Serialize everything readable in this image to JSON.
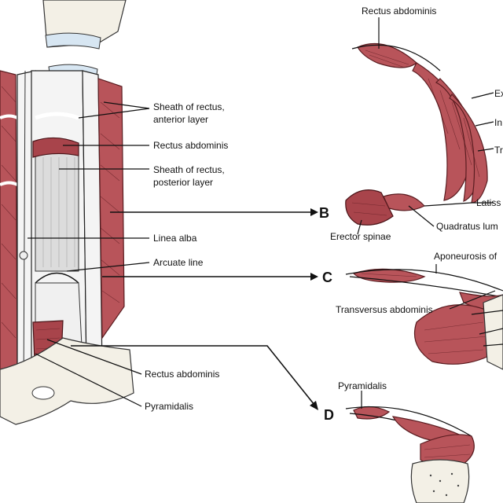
{
  "panel_letters": {
    "b": "B",
    "c": "C",
    "d": "D"
  },
  "labels": {
    "sheath_anterior_1": "Sheath of rectus,",
    "sheath_anterior_2": "anterior layer",
    "rectus_abdominis_main": "Rectus abdominis",
    "sheath_posterior_1": "Sheath of rectus,",
    "sheath_posterior_2": "posterior layer",
    "linea_alba": "Linea alba",
    "arcuate_line": "Arcuate line",
    "rectus_abdominis_lower": "Rectus abdominis",
    "pyramidalis_main": "Pyramidalis",
    "b_rectus_abdominis": "Rectus abdominis",
    "b_external": "Ex",
    "b_internal": "In",
    "b_transversus": "Tr",
    "b_latissimus": "Latiss",
    "b_quadratus": "Quadratus lum",
    "b_erector": "Erector spinae",
    "c_aponeurosis": "Aponeurosis of",
    "c_transversus": "Transversus abdominis",
    "d_pyramidalis": "Pyramidalis"
  },
  "colors": {
    "muscle": "#b8545a",
    "muscle_dark": "#a8444b",
    "sheath": "#f4f4f4",
    "bone": "#f3f0e6",
    "line": "#111111"
  }
}
